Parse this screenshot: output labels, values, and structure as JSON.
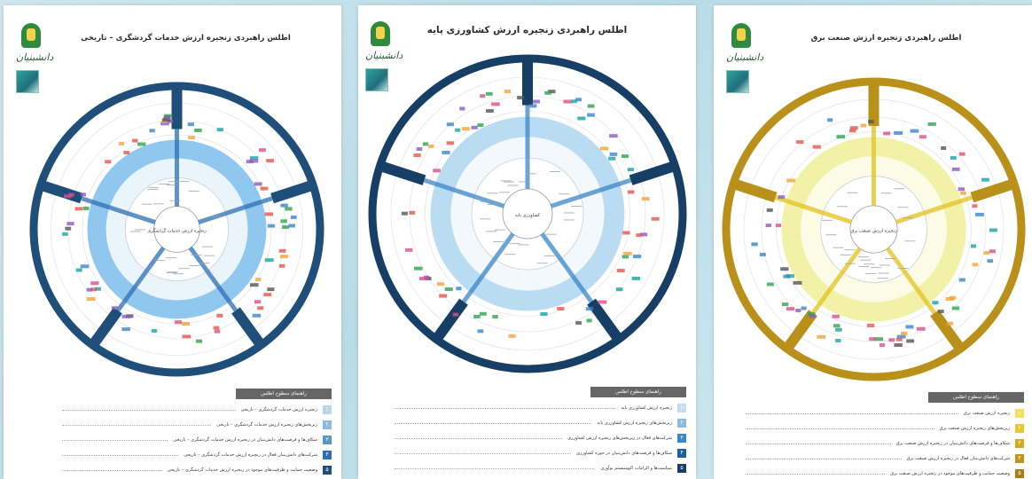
{
  "posters": [
    {
      "title": "اطلس راهبردی زنجیره ارزش خدمات گردشگری – تاریخی",
      "brand": "دانشبنیان",
      "center_label": "زنجیره ارزش خدمات گردشگری",
      "theme": {
        "outer": "#1f4e7a",
        "ring": "#8fc7ef",
        "spoke": "#2c6fb4",
        "light": "#eaf4fb"
      },
      "legend": {
        "title": "راهنمای سطوح اطلس",
        "items": [
          {
            "num": "۱",
            "text": "زنجیره ارزش خدمات گردشگری – تاریخی",
            "color": "#b9d5ea"
          },
          {
            "num": "۲",
            "text": "زیربخش‌های زنجیره ارزش خدمات گردشگری – تاریخی",
            "color": "#8fb9dc"
          },
          {
            "num": "۳",
            "text": "شکاف‌ها و فرصت‌های دانش‌بنیان در زنجیره ارزش خدمات گردشگری – تاریخی",
            "color": "#5a95c8"
          },
          {
            "num": "۴",
            "text": "شرکت‌های دانش‌بنیان فعال در زنجیره ارزش خدمات گردشگری – تاریخی",
            "color": "#2c6fb4"
          },
          {
            "num": "۵",
            "text": "وضعیت حمایت و ظرفیت‌های موجود در زنجیره ارزش خدمات گردشگری – تاریخی",
            "color": "#1f4e7a"
          }
        ]
      }
    },
    {
      "title": "اطلس راهبردی زنجیره ارزش کشاورزی پایه",
      "brand": "دانشبنیان",
      "center_label": "کشاورزی پایه",
      "theme": {
        "outer": "#173f66",
        "ring": "#b9dcf2",
        "spoke": "#3a86c8",
        "light": "#f3f8fc"
      },
      "legend": {
        "title": "راهنمای سطوح اطلس",
        "items": [
          {
            "num": "۱",
            "text": "زنجیره ارزش کشاورزی پایه",
            "color": "#c5ddef"
          },
          {
            "num": "۲",
            "text": "زیربخش‌های زنجیره ارزش کشاورزی پایه",
            "color": "#8fbadf"
          },
          {
            "num": "۳",
            "text": "شرکت‌های فعال در زیربخش‌های زنجیره ارزش کشاورزی",
            "color": "#3a86c8"
          },
          {
            "num": "۴",
            "text": "شکاف‌ها و فرصت‌های دانش‌بنیان در حوزه کشاورزی",
            "color": "#1f5f99"
          },
          {
            "num": "۵",
            "text": "سیاست‌ها و الزامات اکوسیستم نوآوری",
            "color": "#173f66"
          }
        ]
      }
    },
    {
      "title": "اطلس راهبردی زنجیره ارزش صنعت برق",
      "brand": "دانشبنیان",
      "center_label": "زنجیره ارزش صنعت برق",
      "theme": {
        "outer": "#b8901a",
        "ring": "#f1f2a8",
        "spoke": "#e2c21c",
        "light": "#fbfbe6"
      },
      "legend": {
        "title": "راهنمای سطوح اطلس",
        "items": [
          {
            "num": "۱",
            "text": "زنجیره ارزش صنعت برق",
            "color": "#f2e15a"
          },
          {
            "num": "۲",
            "text": "زیربخش‌های زنجیره ارزش صنعت برق",
            "color": "#e6c82a"
          },
          {
            "num": "۳",
            "text": "شکاف‌ها و فرصت‌های دانش‌بنیان در زنجیره ارزش صنعت برق",
            "color": "#d4a91c"
          },
          {
            "num": "۴",
            "text": "شرکت‌های دانش‌بنیان فعال در زنجیره ارزش صنعت برق",
            "color": "#c29418"
          },
          {
            "num": "۵",
            "text": "وضعیت حمایت و ظرفیت‌های موجود در زنجیره ارزش صنعت برق",
            "color": "#a87f12"
          }
        ]
      }
    }
  ]
}
